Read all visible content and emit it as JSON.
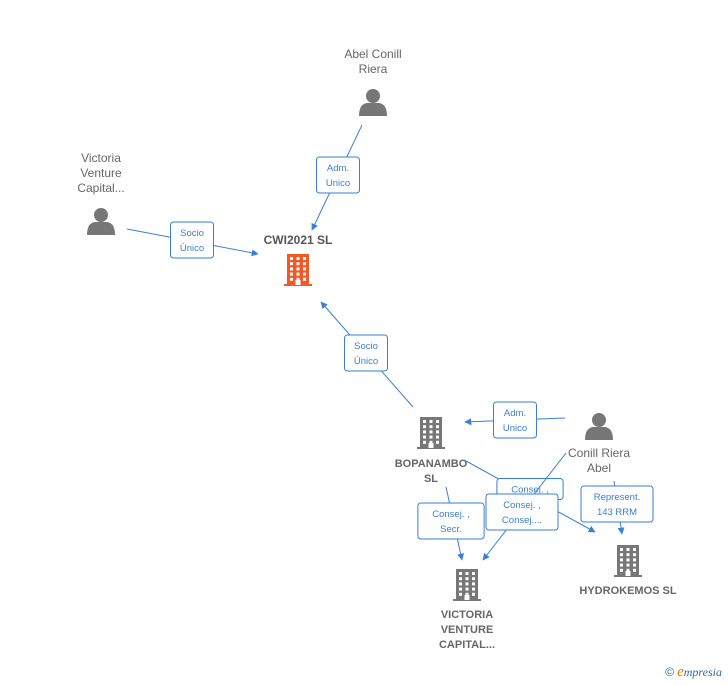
{
  "nodes": [
    {
      "id": "abel",
      "kind": "person",
      "lines": [
        "Abel Conill",
        "Riera"
      ]
    },
    {
      "id": "victoria_vc_person",
      "kind": "person",
      "lines": [
        "Victoria",
        "Venture",
        "Capital..."
      ]
    },
    {
      "id": "cwi",
      "kind": "company_focus",
      "lines": [
        "CWI2021  SL"
      ]
    },
    {
      "id": "bopanambo",
      "kind": "company",
      "lines": [
        "BOPANAMBO",
        "SL"
      ]
    },
    {
      "id": "conill",
      "kind": "person",
      "lines": [
        "Conill Riera",
        "Abel"
      ]
    },
    {
      "id": "victoria_vc_company",
      "kind": "company",
      "lines": [
        "VICTORIA",
        "VENTURE",
        "CAPITAL..."
      ]
    },
    {
      "id": "hydrokemos",
      "kind": "company",
      "lines": [
        "HYDROKEMOS SL"
      ]
    }
  ],
  "edges": [
    {
      "id": "e1",
      "from": "abel",
      "to": "cwi",
      "lines": [
        "Adm.",
        "Unico"
      ]
    },
    {
      "id": "e2",
      "from": "victoria_vc_person",
      "to": "cwi",
      "lines": [
        "Socio",
        "Único"
      ]
    },
    {
      "id": "e3",
      "from": "bopanambo",
      "to": "cwi",
      "lines": [
        "Socio",
        "Único"
      ]
    },
    {
      "id": "e4",
      "from": "conill",
      "to": "bopanambo",
      "lines": [
        "Adm.",
        "Unico"
      ]
    },
    {
      "id": "e5",
      "from": "bopanambo",
      "to": "victoria_vc_company",
      "lines": [
        "Consej. ,",
        "Secr."
      ]
    },
    {
      "id": "e6",
      "from": "bopanambo",
      "to": "hydrokemos",
      "lines": [
        "Consej. ,"
      ]
    },
    {
      "id": "e7",
      "from": "conill",
      "to": "victoria_vc_company",
      "lines": [
        "Consej. ,",
        "Consej...."
      ]
    },
    {
      "id": "e8",
      "from": "conill",
      "to": "hydrokemos",
      "lines": [
        "Represent.",
        "143 RRM"
      ]
    }
  ],
  "colors": {
    "edge": "#3a7fd5",
    "node": "#777777",
    "focus": "#f05a28"
  },
  "watermark": {
    "copyright": "©",
    "brand_initial": "e",
    "brand_rest": "mpresia"
  }
}
